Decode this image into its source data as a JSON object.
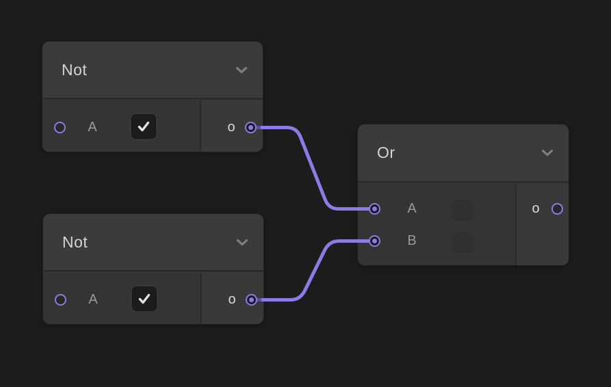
{
  "canvas": {
    "background": "#1c1c1c",
    "wire_color": "#8d7be4",
    "wire_stub_color": "#5b4e99",
    "port_color": "#8d7be4",
    "node_header_color": "#3b3b3b",
    "node_body_color": "#343434"
  },
  "icons": {
    "header_collapse": "chevron-down-icon",
    "checkbox_checked": "checkmark-icon"
  },
  "nodes": [
    {
      "title": "Not",
      "inputs": [
        {
          "label": "A",
          "connected": false,
          "control": "checkbox",
          "checked": true
        }
      ],
      "outputs": [
        {
          "label": "o",
          "connected": true
        }
      ]
    },
    {
      "title": "Not",
      "inputs": [
        {
          "label": "A",
          "connected": false,
          "control": "checkbox",
          "checked": true
        }
      ],
      "outputs": [
        {
          "label": "o",
          "connected": true
        }
      ]
    },
    {
      "title": "Or",
      "inputs": [
        {
          "label": "A",
          "connected": true,
          "control": "checkbox",
          "checked": false
        },
        {
          "label": "B",
          "connected": true,
          "control": "checkbox",
          "checked": false
        }
      ],
      "outputs": [
        {
          "label": "o",
          "connected": false
        }
      ]
    }
  ],
  "connections": [
    {
      "from": "Not(1) output o",
      "to": "Or input A"
    },
    {
      "from": "Not(2) output o",
      "to": "Or input B"
    }
  ]
}
